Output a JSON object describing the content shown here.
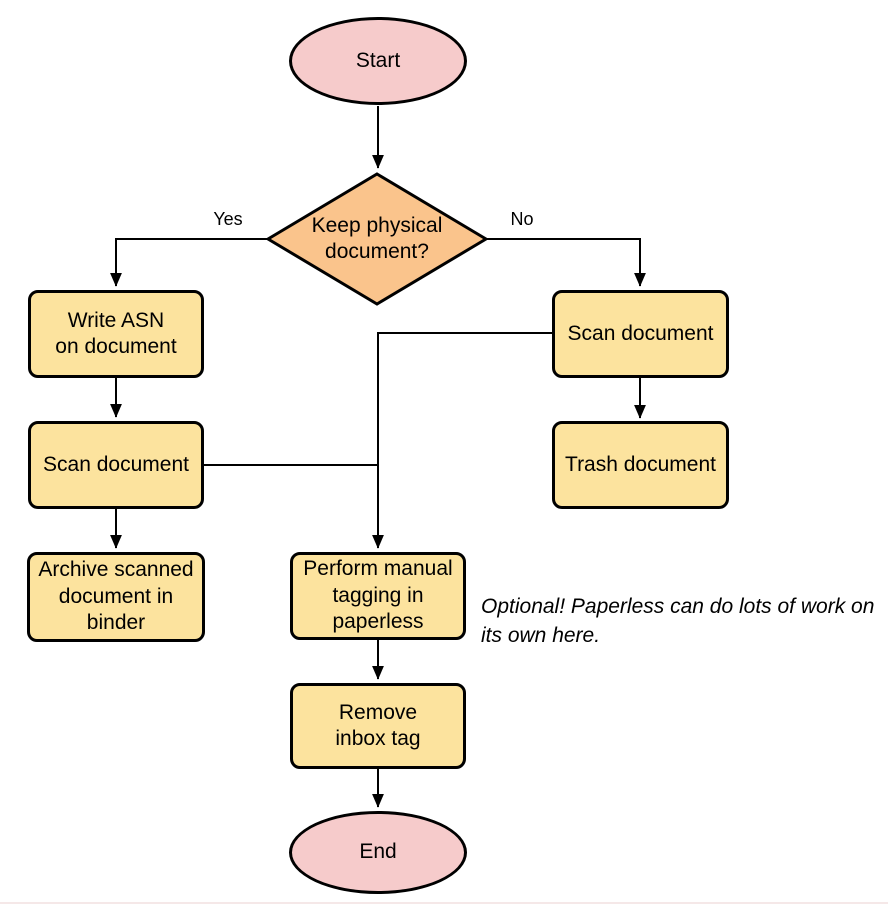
{
  "palette": {
    "terminal_fill": "#f6cbcb",
    "decision_fill": "#fac48c",
    "process_fill": "#fce39e",
    "stroke": "#000000",
    "background": "#ffffff",
    "bottom_edge": "#f5e8e8"
  },
  "nodes": {
    "start": {
      "type": "terminal",
      "label": "Start"
    },
    "decision": {
      "type": "decision",
      "label": "Keep physical\ndocument?"
    },
    "write_asn": {
      "type": "process",
      "label": "Write ASN\non document"
    },
    "scan_left": {
      "type": "process",
      "label": "Scan document"
    },
    "archive": {
      "type": "process",
      "label": "Archive scanned\ndocument in\nbinder"
    },
    "scan_right": {
      "type": "process",
      "label": "Scan document"
    },
    "trash": {
      "type": "process",
      "label": "Trash document"
    },
    "perform_tagging": {
      "type": "process",
      "label": "Perform manual\ntagging in\npaperless"
    },
    "remove_inbox": {
      "type": "process",
      "label": "Remove\ninbox tag"
    },
    "end": {
      "type": "terminal",
      "label": "End"
    }
  },
  "edge_labels": {
    "yes": "Yes",
    "no": "No"
  },
  "annotation": {
    "text": "Optional! Paperless can do lots of work on its own here."
  }
}
